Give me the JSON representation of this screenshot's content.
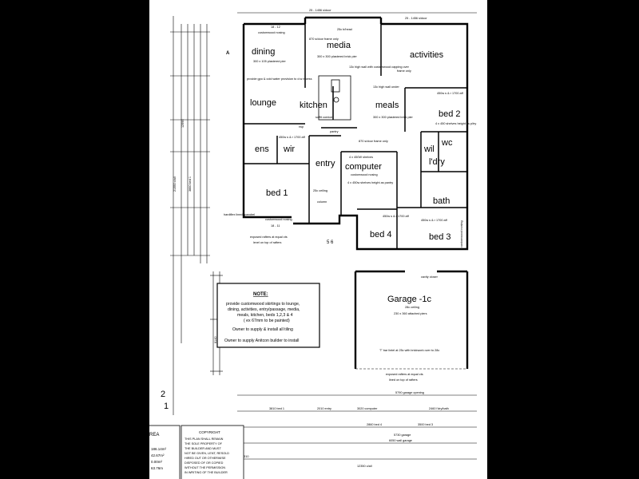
{
  "sheet": {
    "background": "#ffffff",
    "frame": "#000000"
  },
  "north_label": "A",
  "rooms": {
    "dining": "dining",
    "media": "media",
    "activities": "activities",
    "lounge": "lounge",
    "kitchen": "kitchen",
    "meals": "meals",
    "bed2": "bed 2",
    "ens": "ens",
    "wir": "wir",
    "entry": "entry",
    "computer": "computer",
    "wil": "wil",
    "wc": "wc",
    "ldry": "l'dry",
    "bath": "bath",
    "bed1": "bed 1",
    "bed4": "bed 4",
    "bed3": "bed 3",
    "garage": "Garage -1c"
  },
  "annotations": {
    "top_sidoor_left": "25 - 1456 s/door",
    "top_sidoor_right": "25 - 1456 s/door",
    "dining_window": "18 - 12",
    "dining_nosing": "customwood nosing",
    "dining_pier": "300 x 105 plastered pier",
    "gpo_note": "provide gpo & cold water provision to d.w recess",
    "media_bhead": "25c b/head",
    "sidoor_frame": "870 s/door frame only",
    "plastered_pier": "300 x 300 plastered brick pier",
    "high_wall": "13c high wall with customwood capping over",
    "frame_only": "frame only",
    "high_wall_under": "13c high wall under",
    "shelves_bed2": "450w s & r 1700 aff",
    "bed2_shelves": "4 x 450 shelves height as p/try",
    "soffit": "soffit cornice",
    "pantry": "pantry",
    "meals_pier": "300 x 300 plastered brick pier",
    "meals_door": "870 s/door frame only",
    "ens_shelves": "450w s & r 1700 aff",
    "entry_shelves": "4 x 450W shelves",
    "computer_nosing": "customwood nosing",
    "computer_shelves": "4 x 450w shelves height as pantry",
    "ceiling_25": "25c ceiling",
    "column": "column",
    "bed1_hardiflex": "hardiflex lined spandrel",
    "bed1_nosing": "customwood nosing",
    "bed1_window": "18 - 11",
    "bed4_shelves": "450w s & r 1700 aff",
    "bed3_shelves": "450w s & r 1700 aff",
    "bed3_nosing": "customwood nosing",
    "rafters": "exposed rafters at equal cts",
    "rafters2": "level on top of rafters",
    "cavity_closer": "cavity closer",
    "garage_ceiling": "28c ceiling",
    "garage_piers": "230 x 360 attached piers",
    "garage_lintel": "'T' bar lintel at 25c with brickwork over to 28c",
    "garage_rafters": "exposed rafters at equal cts",
    "garage_rafters2": "lined on top of rafters",
    "page_marker": "5 6",
    "left_marker": "2",
    "left_marker2": "1",
    "rwp": "rwp",
    "dim_21350": "21350 o/all",
    "dim_12990": "12990",
    "dim_6140": "6140",
    "dim_3860": "3860 bed 1",
    "bottom_garage_opening": "5790 garage opening",
    "bottom_bed1": "3810 bed 1",
    "bottom_entry": "2010 entry",
    "bottom_computer": "3020 computer",
    "bottom_ldry": "2460 l'dry/bath",
    "bottom_bed4": "2860 bed 4",
    "bottom_bed3": "3500 bed 3",
    "bottom_garage": "5730 garage",
    "bottom_wall": "6050 wall garage",
    "bottom_4310": "4310",
    "bottom_oall": "12350 o/all"
  },
  "note": {
    "title": "NOTE:",
    "line1": "provide customwood skirtings to lounge,",
    "line2": "dining, activities, entry/passage, media,",
    "line3": "meals, kitchen, beds 1,2,3 & 4",
    "line4": "( ex 67mm to be painted)",
    "line5": "Owner to supply & install all tiling",
    "line6": "Owner to supply Anitcon builder to install"
  },
  "area": {
    "label": "REA",
    "v1": "186.14m²",
    "v2": "42.67m²",
    "v3": "0.00m²",
    "v4": "63.76m"
  },
  "copyright": {
    "title": "COPYRIGHT",
    "l1": "THIS PLAN SHALL REMAIN",
    "l2": "THE SOLE PROPERTY OF",
    "l3": "THE BUILDER AND MUST",
    "l4": "NOT BE GIVEN, LENT, RESOLD",
    "l5": "HIRED OUT OR OTHERWISE",
    "l6": "DISPOSED OF OR COPIED",
    "l7": "WITHOUT THE PERMISSION",
    "l8": "IN WRITING OF THE BUILDER"
  }
}
